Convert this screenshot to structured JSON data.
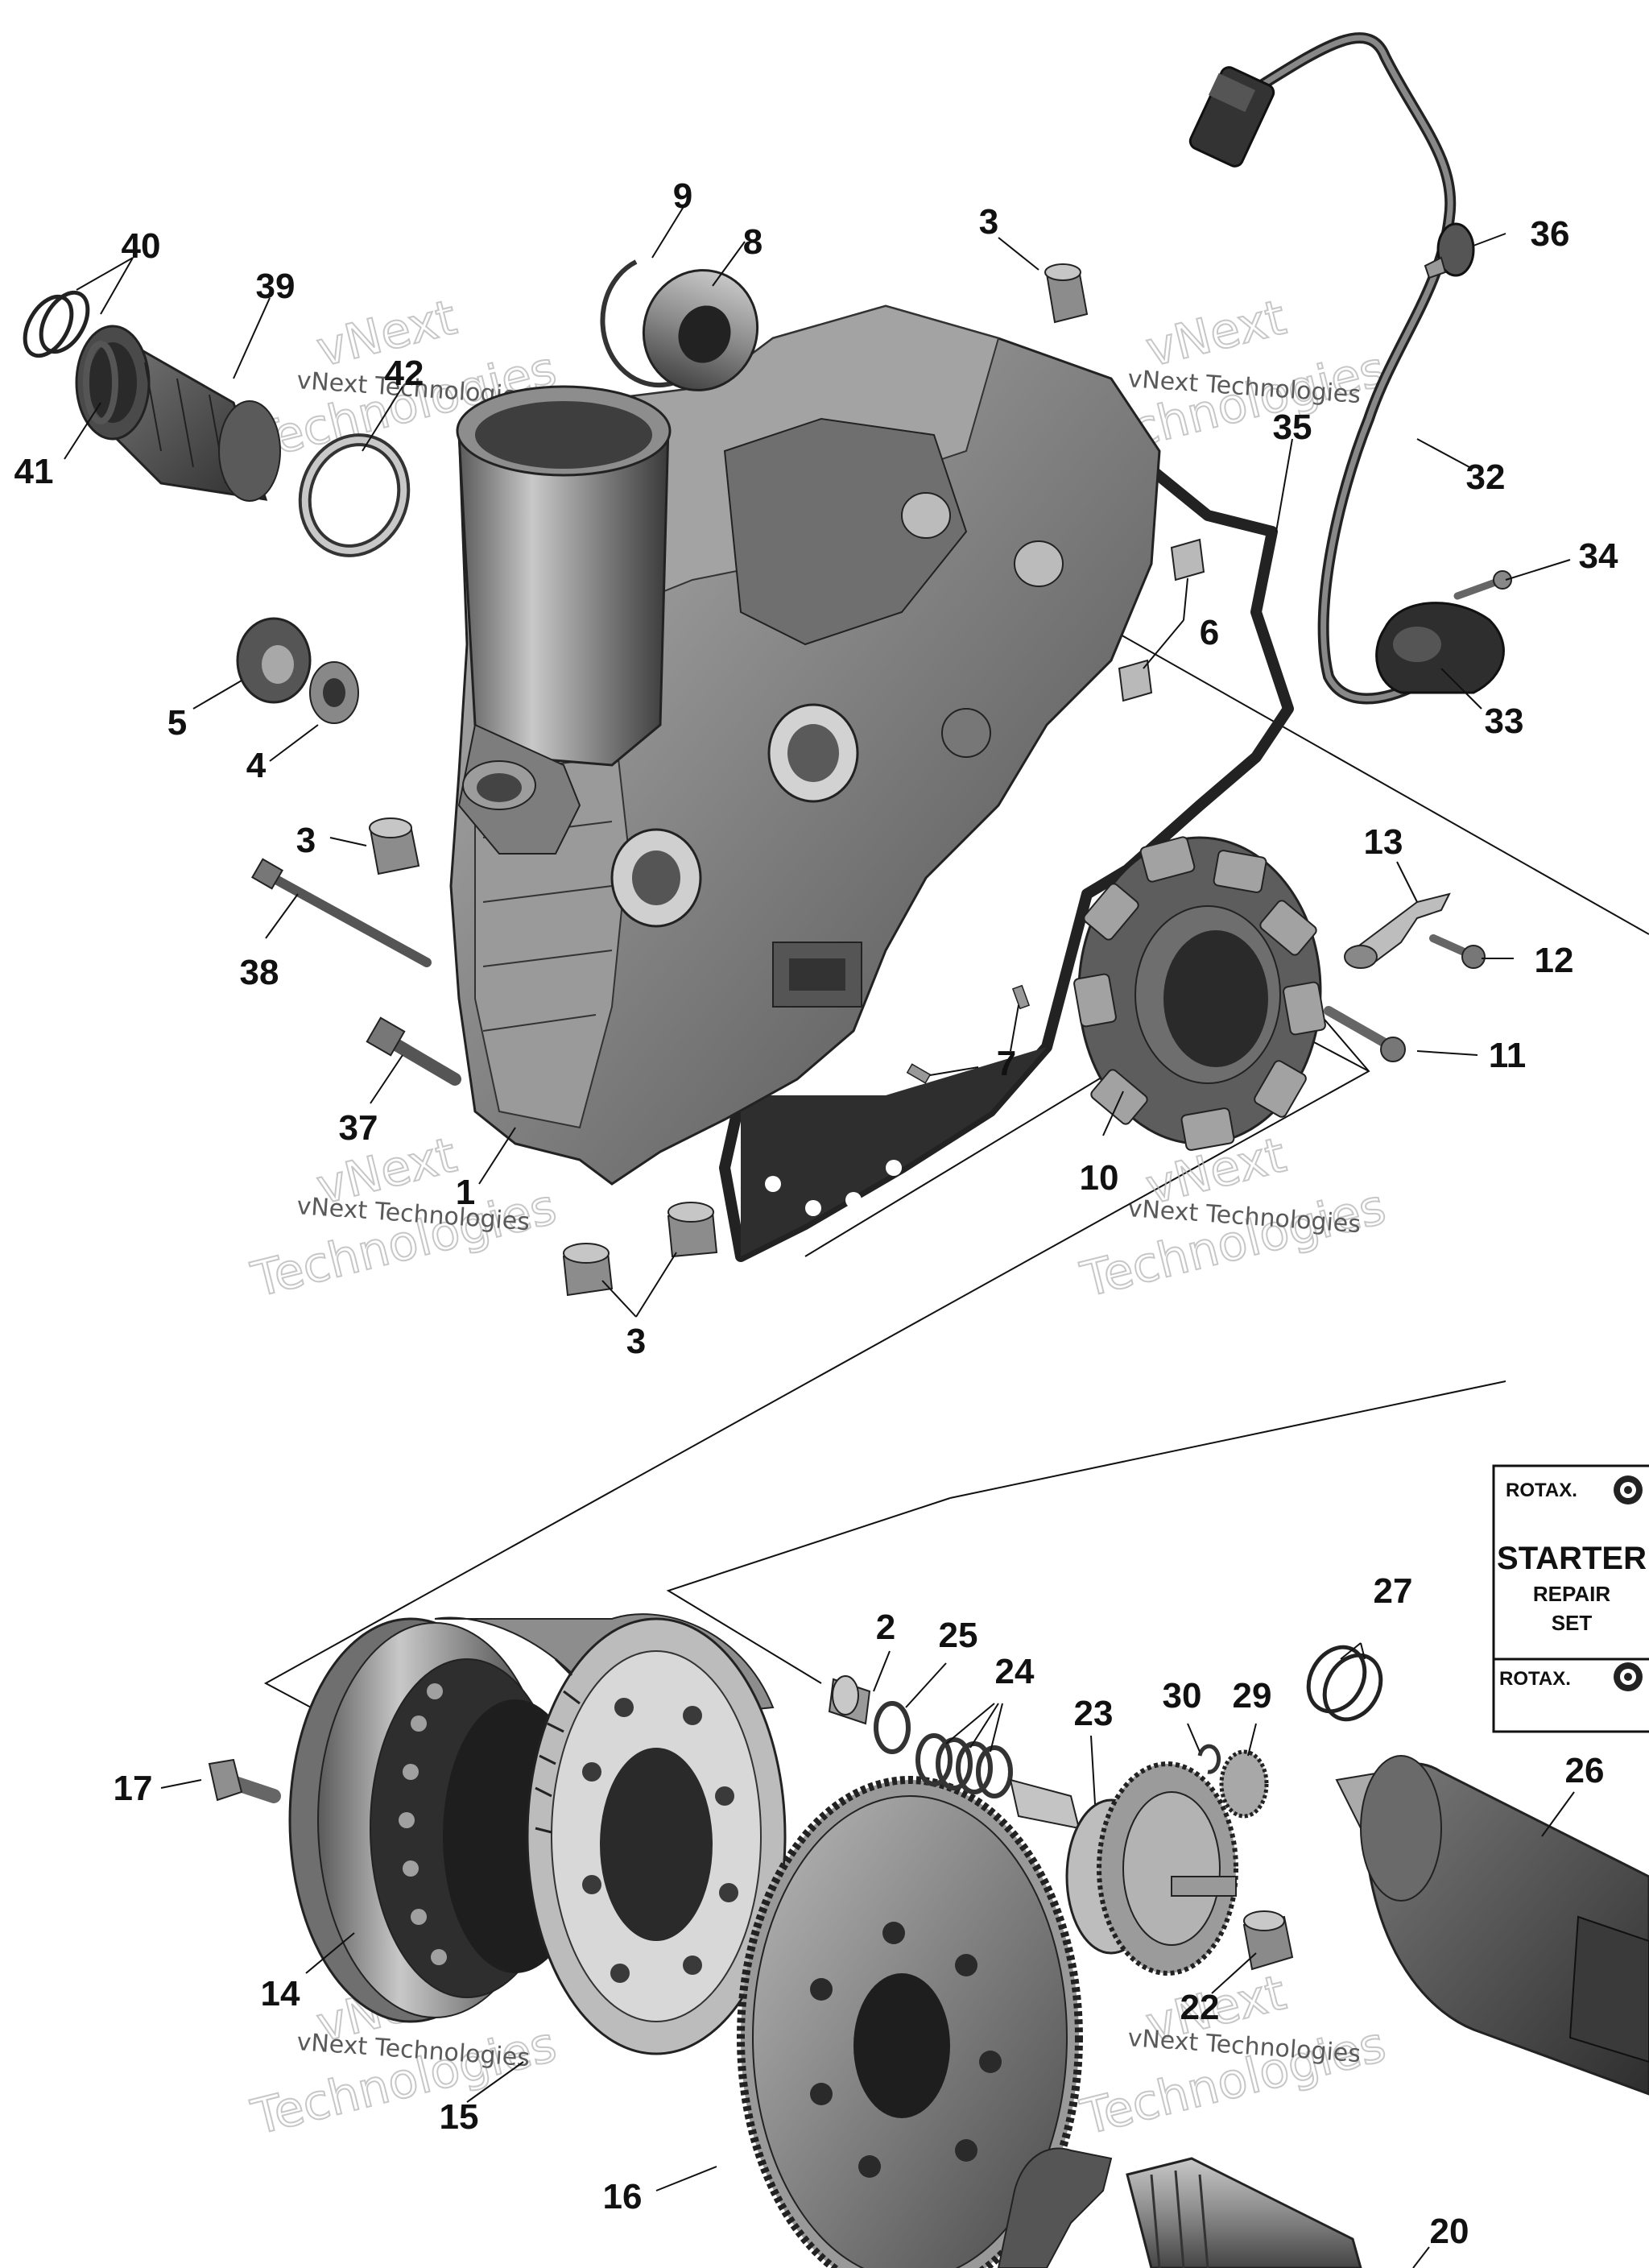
{
  "callouts": {
    "n1": "1",
    "n2": "2",
    "n3a": "3",
    "n3b": "3",
    "n3c": "3",
    "n4": "4",
    "n5": "5",
    "n6": "6",
    "n7": "7",
    "n8": "8",
    "n9": "9",
    "n10": "10",
    "n11": "11",
    "n12": "12",
    "n13": "13",
    "n14": "14",
    "n15": "15",
    "n16": "16",
    "n17": "17",
    "n20": "20",
    "n22": "22",
    "n23": "23",
    "n24": "24",
    "n25": "25",
    "n26": "26",
    "n27": "27",
    "n29": "29",
    "n30": "30",
    "n32": "32",
    "n33": "33",
    "n34": "34",
    "n35": "35",
    "n36": "36",
    "n37": "37",
    "n38": "38",
    "n39": "39",
    "n40": "40",
    "n41": "41",
    "n42": "42"
  },
  "watermark": {
    "line1": "vNext Technologies",
    "line2a": "vNext",
    "line2b": "Technologies"
  },
  "repair_sheet": {
    "brand_top": "ROTAX.",
    "title": "STARTER",
    "line2": "REPAIR",
    "line3": "SET",
    "brand_bottom": "ROTAX."
  },
  "colors": {
    "part_fill": "#8a8a8a",
    "part_dark": "#3c3c3c",
    "part_light": "#c4c4c4",
    "line": "#111111",
    "watermark": "#b5b5b5"
  }
}
